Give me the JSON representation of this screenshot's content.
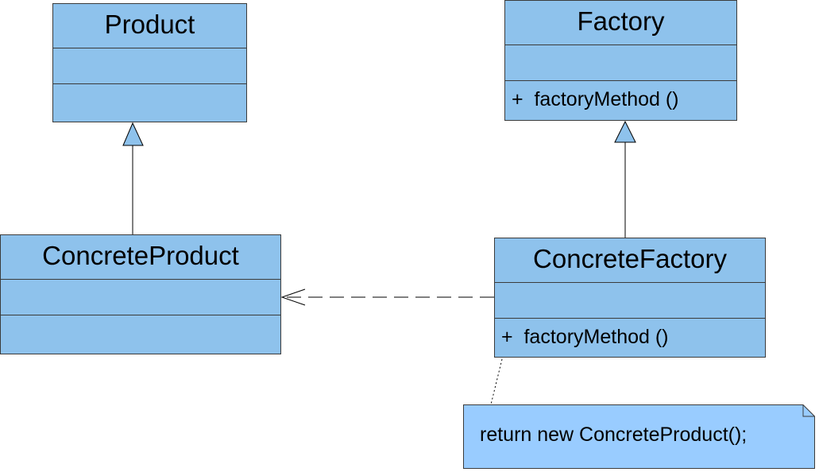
{
  "diagram": {
    "classes": [
      {
        "id": "product",
        "name": "Product",
        "operations": []
      },
      {
        "id": "factory",
        "name": "Factory",
        "operations": [
          "+  factoryMethod ()"
        ]
      },
      {
        "id": "concrete_product",
        "name": "ConcreteProduct",
        "operations": []
      },
      {
        "id": "concrete_factory",
        "name": "ConcreteFactory",
        "operations": [
          "+  factoryMethod ()"
        ]
      }
    ],
    "relationships": [
      {
        "type": "generalization",
        "from": "ConcreteProduct",
        "to": "Product"
      },
      {
        "type": "generalization",
        "from": "ConcreteFactory",
        "to": "Factory"
      },
      {
        "type": "dependency",
        "from": "ConcreteFactory",
        "to": "ConcreteProduct"
      },
      {
        "type": "note-anchor",
        "from": "note",
        "to": "ConcreteFactory"
      }
    ],
    "note": {
      "text": "return new ConcreteProduct();"
    },
    "colors": {
      "class_fill": "#8ec2ec",
      "note_fill": "#99ccff",
      "border": "#3b3b3b"
    }
  }
}
